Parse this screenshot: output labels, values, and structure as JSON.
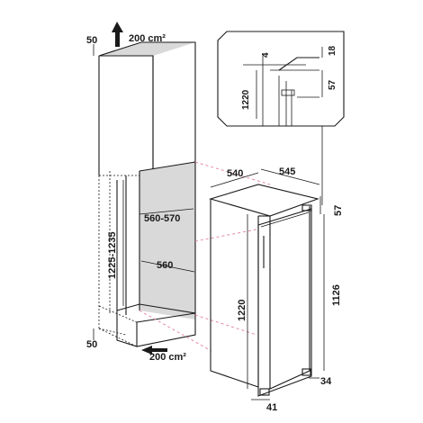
{
  "labels": {
    "vent_top": "200 cm²",
    "vent_bottom": "200 cm²",
    "top_50": "50",
    "bottom_50": "50",
    "niche_height": "1225-1235",
    "niche_depth": "560-570",
    "niche_width": "560",
    "appliance_width": "540",
    "appliance_depth": "545",
    "appliance_top_57": "57",
    "appliance_height": "1220",
    "door_height": "1126",
    "foot_41": "41",
    "foot_34": "34",
    "detail_4": "4",
    "detail_18": "18",
    "detail_57": "57",
    "detail_1220": "1220"
  }
}
